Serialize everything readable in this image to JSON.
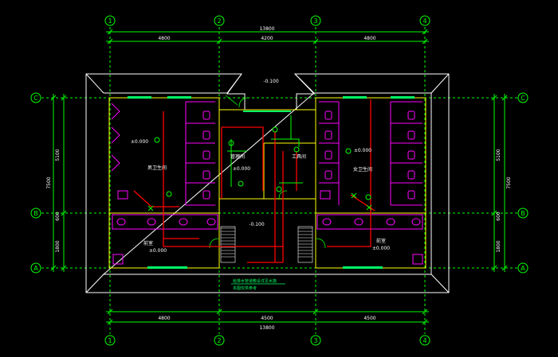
{
  "drawing": {
    "colors": {
      "background": "#000000",
      "dimension": "#00ff00",
      "wall": "#ffffff",
      "fixture": "#ff00ff",
      "pipe_red": "#ff0000",
      "window": "#00ff66",
      "inner_wall": "#ffff00",
      "text": "#ffffff"
    },
    "grid_columns": [
      {
        "label": "1"
      },
      {
        "label": "2"
      },
      {
        "label": "3"
      },
      {
        "label": "4"
      }
    ],
    "grid_rows": [
      {
        "label": "C"
      },
      {
        "label": "B"
      },
      {
        "label": "A"
      }
    ],
    "top_dimensions": {
      "total": "13800",
      "segments": [
        "4800",
        "4200",
        "4800"
      ]
    },
    "bottom_dimensions": {
      "total": "13800",
      "segments": [
        "4800",
        "4500",
        "4500"
      ]
    },
    "left_dimensions": {
      "total": "7500",
      "segments": [
        "5100",
        "600",
        "1800"
      ]
    },
    "right_dimensions": {
      "total": "7500",
      "segments": [
        "5100",
        "600",
        "1800"
      ]
    },
    "level_labels": {
      "top_entry": "-0.100",
      "left_room": "±0.000",
      "center_room": "±0.000",
      "right_room": "±0.000",
      "lobby": "-0.100",
      "left_vestibule": "±0.000",
      "right_vestibule": "±0.000"
    },
    "room_labels": {
      "left_toilet": "男卫生间",
      "right_toilet": "女卫生间",
      "center_a": "管理间",
      "center_b": "工具间",
      "left_vestibule": "前室",
      "right_vestibule": "前室"
    },
    "notes": {
      "line1": "给排水管道敷设详见水施",
      "line2": "本图仅供参考"
    }
  }
}
